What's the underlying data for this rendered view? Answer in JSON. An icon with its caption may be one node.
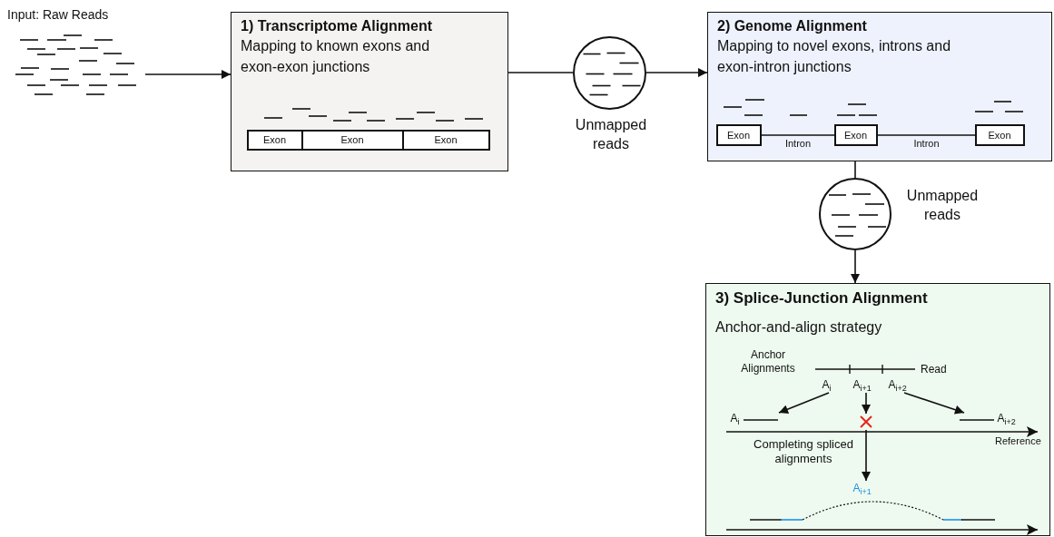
{
  "diagram": {
    "nodes": [
      {
        "text": [
          "Input: Raw Reads"
        ]
      },
      {
        "text": [
          "1) Transcriptome Alignment",
          "Mapping to known exons and exon-exon junctions"
        ]
      },
      {
        "text": [
          "Exon"
        ],
        "in": 1
      },
      {
        "text": [
          "Exon"
        ],
        "in": 1
      },
      {
        "text": [
          "Exon"
        ],
        "in": 1
      },
      {
        "text": [],
        "shape": "circle",
        "beside": [
          "Unmapped reads"
        ]
      },
      {
        "text": [
          "2) Genome Alignment",
          "Mapping to novel exons, introns and exon-intron junctions"
        ]
      },
      {
        "text": [
          "Exon"
        ],
        "in": 6
      },
      {
        "text": [
          "Exon"
        ],
        "in": 6
      },
      {
        "text": [
          "Exon"
        ],
        "in": 6
      },
      {
        "text": [],
        "shape": "circle",
        "beside": [
          "Unmapped reads"
        ]
      },
      {
        "text": [
          "3) Splice-Junction Alignment",
          "Anchor-and-align strategy"
        ]
      },
      {
        "text": [
          "A$_{i}$"
        ],
        "in": 11
      },
      {
        "text": [
          "A$_{i+1}$"
        ],
        "in": 11
      },
      {
        "text": [
          "A$_{i+2}$"
        ],
        "in": 11
      },
      {
        "text": [
          "A$_{i}$"
        ],
        "in": 11
      },
      {
        "text": [],
        "shape": "cross",
        "in": 11
      },
      {
        "text": [
          "A$_{i+2}$"
        ],
        "in": 11
      },
      {
        "text": [
          "A$_{i+1}$"
        ],
        "in": 11
      }
    ],
    "edges": [
      {
        "from": 0,
        "to": 1,
        "arrow": "to"
      },
      {
        "from": 1,
        "to": 5,
        "arrow": "none"
      },
      {
        "from": 5,
        "to": 6,
        "arrow": "to"
      },
      {
        "from": 7,
        "to": 8,
        "arrow": "none",
        "label": "Intron"
      },
      {
        "from": 8,
        "to": 9,
        "arrow": "none",
        "label": "Intron"
      },
      {
        "from": 6,
        "to": 10,
        "arrow": "none"
      },
      {
        "from": 10,
        "to": 11,
        "arrow": "to"
      },
      {
        "from": 12,
        "to": 15,
        "arrow": "to"
      },
      {
        "from": 13,
        "to": 16,
        "arrow": "to"
      },
      {
        "from": 14,
        "to": 17,
        "arrow": "to"
      },
      {
        "from": 16,
        "to": 18,
        "arrow": "to"
      }
    ],
    "labels": [
      "Anchor Alignments",
      "Read",
      "Reference",
      "Completing spliced alignments"
    ]
  }
}
